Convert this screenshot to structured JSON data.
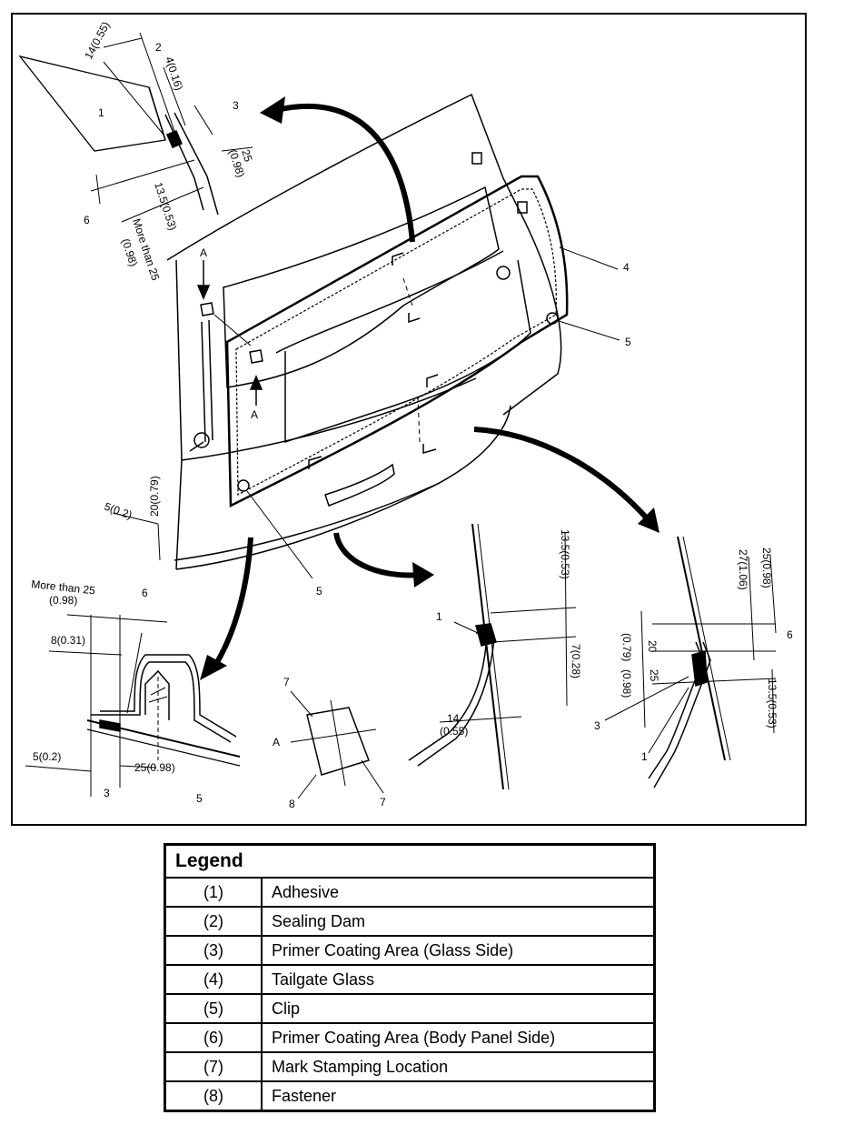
{
  "callouts": {
    "top_left": {
      "dim_14": "14(0.55)",
      "dim_4": "4(0.16)",
      "dim_25": "25",
      "dim_098": "(0.98)",
      "dim_135": "13.5(0.53)",
      "dim_more": "More than 25",
      "dim_more_in": "(0.98)",
      "n1": "1",
      "n2": "2",
      "n3": "3",
      "n6": "6",
      "a": "A"
    },
    "main": {
      "n4": "4",
      "n5a": "5",
      "n5b": "5",
      "a": "A",
      "dim_20": "20(0.79)",
      "dim_5": "5(0.2)"
    },
    "bottom_left": {
      "more": "More than 25",
      "more_in": "(0.98)",
      "n6": "6",
      "dim_8": "8(0.31)",
      "dim_5": "5(0.2)",
      "n3": "3",
      "dim_25": "25(0.98)",
      "n5": "5"
    },
    "mark": {
      "n7a": "7",
      "n7b": "7",
      "n8": "8",
      "a": "A"
    },
    "bottom_mid": {
      "n1": "1",
      "dim_135": "13.5(0.53)",
      "dim_7": "7(0.28)",
      "dim_14": "14",
      "dim_14_in": "(0.55)"
    },
    "bottom_right": {
      "dim_25": "25(0.98)",
      "dim_27": "27(1.06)",
      "n6": "6",
      "dim_20": "20",
      "dim_079": "(0.79)",
      "dim_25b": "25",
      "dim_098": "(0.98)",
      "n3": "3",
      "n1": "1",
      "dim_135": "13.5(0.53)"
    }
  },
  "legend": {
    "title": "Legend",
    "rows": [
      {
        "num": "(1)",
        "desc": "Adhesive"
      },
      {
        "num": "(2)",
        "desc": "Sealing Dam"
      },
      {
        "num": "(3)",
        "desc": "Primer Coating Area (Glass Side)"
      },
      {
        "num": "(4)",
        "desc": "Tailgate Glass"
      },
      {
        "num": "(5)",
        "desc": "Clip"
      },
      {
        "num": "(6)",
        "desc": "Primer Coating Area (Body Panel Side)"
      },
      {
        "num": "(7)",
        "desc": "Mark Stamping Location"
      },
      {
        "num": "(8)",
        "desc": "Fastener"
      }
    ]
  }
}
